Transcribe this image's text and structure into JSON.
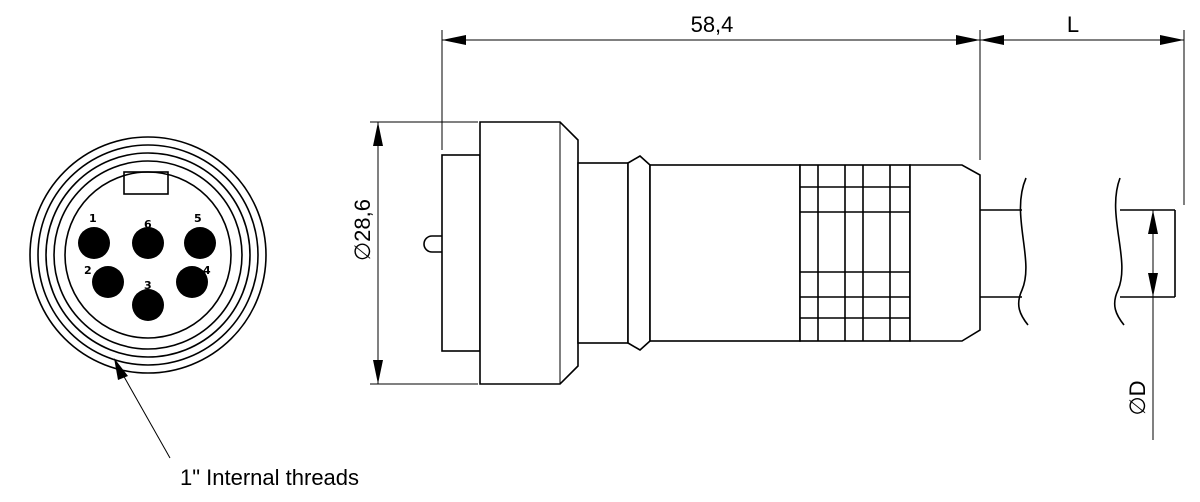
{
  "front_view": {
    "pins": [
      {
        "label": "1"
      },
      {
        "label": "6"
      },
      {
        "label": "5"
      },
      {
        "label": "2"
      },
      {
        "label": "3"
      },
      {
        "label": "4"
      }
    ],
    "thread_note": "1\" Internal threads"
  },
  "side_view": {
    "length_dim": "58,4",
    "cable_length_dim": "L",
    "diameter_dim": "∅28,6",
    "cable_diameter_dim": "∅D"
  }
}
